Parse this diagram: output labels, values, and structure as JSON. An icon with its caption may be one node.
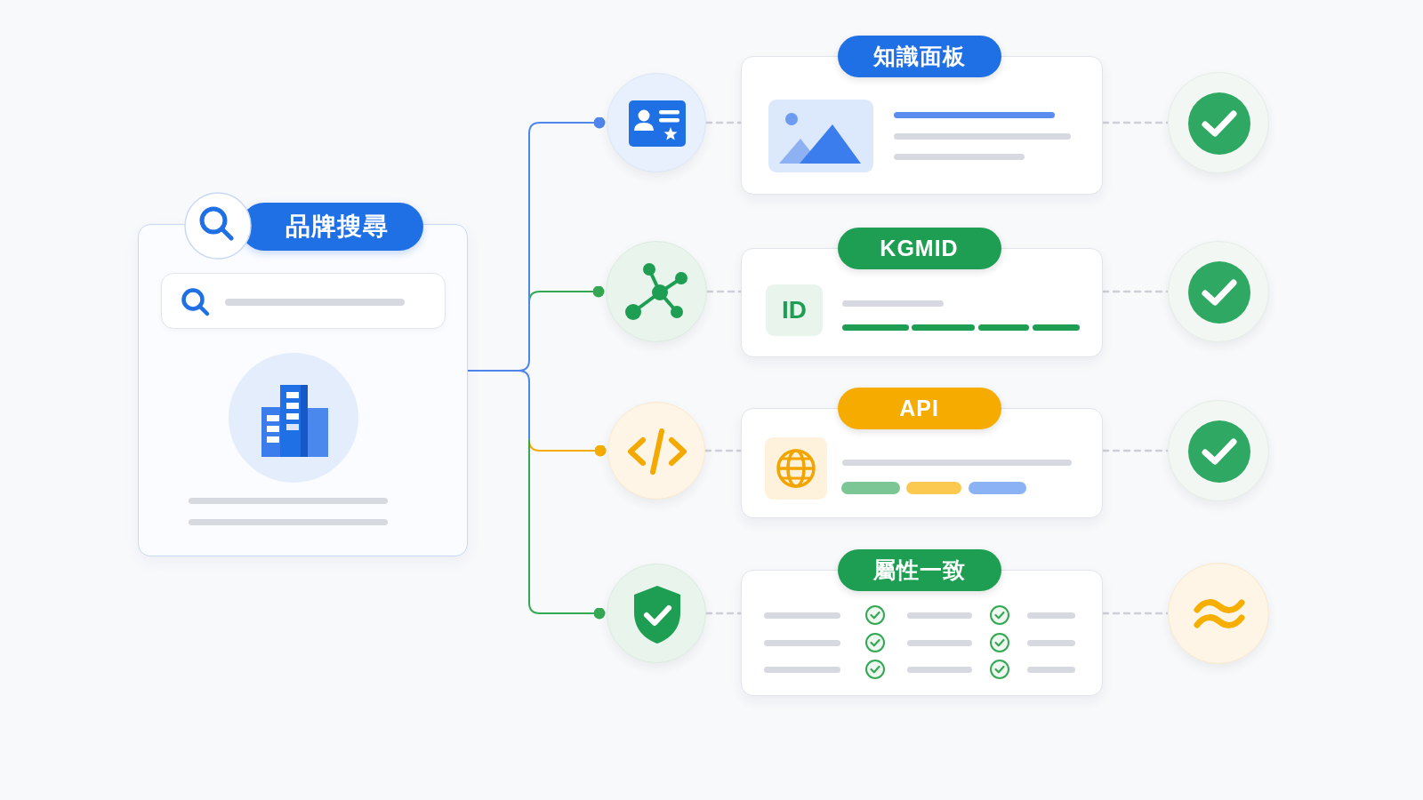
{
  "diagram": {
    "nodes": [
      {
        "text": [
          "品牌搜尋"
        ]
      },
      {
        "text": [],
        "shape": "circle"
      },
      {
        "text": [
          "知識面板"
        ]
      },
      {
        "text": [],
        "shape": "circle"
      },
      {
        "text": [],
        "shape": "circle"
      },
      {
        "text": [
          "KGMID"
        ]
      },
      {
        "text": [
          "ID"
        ],
        "in": 5
      },
      {
        "text": [],
        "shape": "circle"
      },
      {
        "text": [],
        "shape": "circle"
      },
      {
        "text": [
          "API"
        ]
      },
      {
        "text": [],
        "shape": "circle"
      },
      {
        "text": [],
        "shape": "circle"
      },
      {
        "text": [
          "屬性一致"
        ]
      },
      {
        "text": [],
        "shape": "circle"
      }
    ],
    "edges": [
      {
        "from": 0,
        "to": 1,
        "arrow": "other",
        "color": "#4f86ec"
      },
      {
        "from": 0,
        "to": 4,
        "arrow": "other",
        "color": "#34a853"
      },
      {
        "from": 0,
        "to": 8,
        "arrow": "other",
        "color": "#f5ab00"
      },
      {
        "from": 0,
        "to": 11,
        "arrow": "other",
        "color": "#34a853"
      },
      {
        "from": 1,
        "to": 2,
        "arrow": "none",
        "style": "dashed"
      },
      {
        "from": 2,
        "to": 3,
        "arrow": "none",
        "style": "dashed"
      },
      {
        "from": 4,
        "to": 5,
        "arrow": "none",
        "style": "dashed"
      },
      {
        "from": 5,
        "to": 7,
        "arrow": "none",
        "style": "dashed"
      },
      {
        "from": 8,
        "to": 9,
        "arrow": "none",
        "style": "dashed"
      },
      {
        "from": 9,
        "to": 10,
        "arrow": "none",
        "style": "dashed"
      },
      {
        "from": 11,
        "to": 12,
        "arrow": "none",
        "style": "dashed"
      },
      {
        "from": 12,
        "to": 13,
        "arrow": "none",
        "style": "dashed"
      }
    ]
  }
}
